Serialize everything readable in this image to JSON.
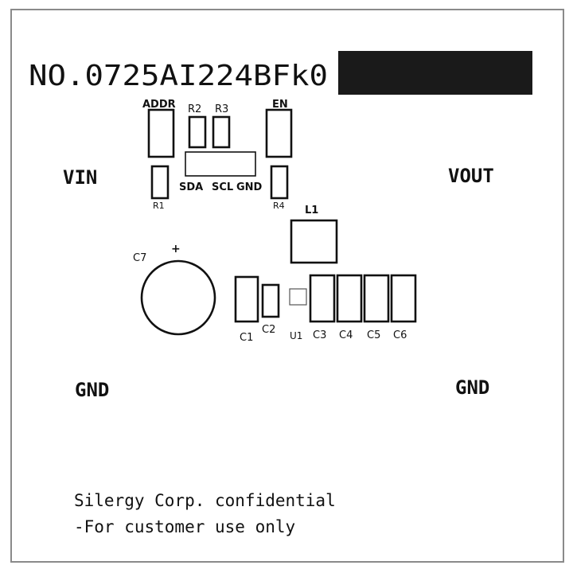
{
  "title": {
    "part_number": "NO.0725AI224BFk0"
  },
  "pins": {
    "vin": "VIN",
    "vout": "VOUT",
    "gnd_left": "GND",
    "gnd_right": "GND"
  },
  "components": {
    "addr": "ADDR",
    "r2": "R2",
    "r3": "R3",
    "en": "EN",
    "sda": "SDA",
    "scl": "SCL",
    "gnd_header": "GND",
    "r1": "R1",
    "r4": "R4",
    "l1": "L1",
    "c7": "C7",
    "c7_polarity": "+",
    "c1": "C1",
    "c2": "C2",
    "u1": "U1",
    "c3": "C3",
    "c4": "C4",
    "c5": "C5",
    "c6": "C6"
  },
  "footer": {
    "line1": "Silergy Corp. confidential",
    "line2": "-For customer use only"
  },
  "colors": {
    "silkscreen": "#111111",
    "board": "#ffffff",
    "border": "#8a8a8a",
    "redaction": "#1a1a1a"
  }
}
